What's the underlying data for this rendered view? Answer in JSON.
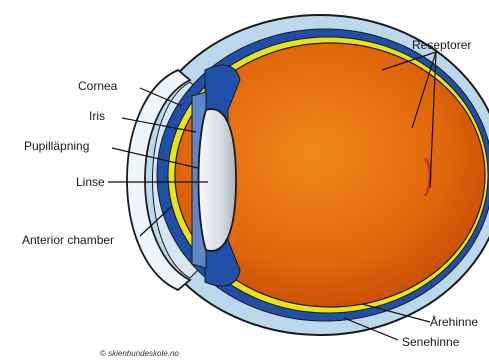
{
  "diagram": {
    "labels": {
      "cornea": "Cornea",
      "iris": "Iris",
      "pupil": "Pupilläpning",
      "lens": "Linse",
      "anterior_chamber": "Anterior chamber",
      "receptors": "Reseptorer",
      "choroid": "Årehinne",
      "sclera": "Senehinne"
    },
    "credit": "© skienhundeskole.no"
  },
  "colors": {
    "sclera": "#bcd8ec",
    "choroid": "#1f4fa8",
    "retina": "#e8e418",
    "vitreous": "#e2660a",
    "lens": "#e4e9ee",
    "optic_nerve": "#f0dc2a",
    "cornea": "#eef5fb",
    "outline": "#1a1a1a"
  }
}
